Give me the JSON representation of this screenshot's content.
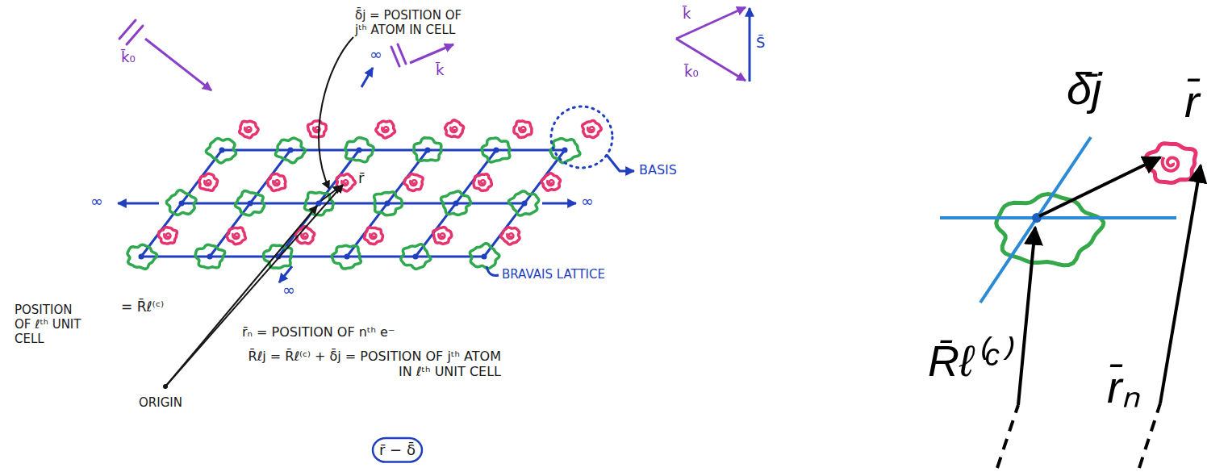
{
  "diagram": {
    "labels": [
      "k̄₀",
      "k̄",
      "k̄",
      "k̄₀",
      "S̄",
      "δ̄j = POSITION OF jᵗʰ ATOM IN CELL",
      "∞",
      "∞",
      "∞",
      "∞",
      "BASIS",
      "BRAVAIS LATTICE",
      "r̄",
      "POSITION OF ℓᵗʰ UNIT CELL",
      "= R̄ℓ⁽ᶜ⁾",
      "r̄ₙ = POSITION OF nᵗʰ e⁻",
      "R̄ℓj = R̄ℓ⁽ᶜ⁾ + δ̄j = POSITION OF jᵗʰ ATOM IN ℓᵗʰ UNIT CELL",
      "ORIGIN",
      "r̄ − δ̄",
      "δ̄j",
      "r̄",
      "R̄ℓ⁽ᶜ⁾",
      "r̄ₙ"
    ]
  }
}
